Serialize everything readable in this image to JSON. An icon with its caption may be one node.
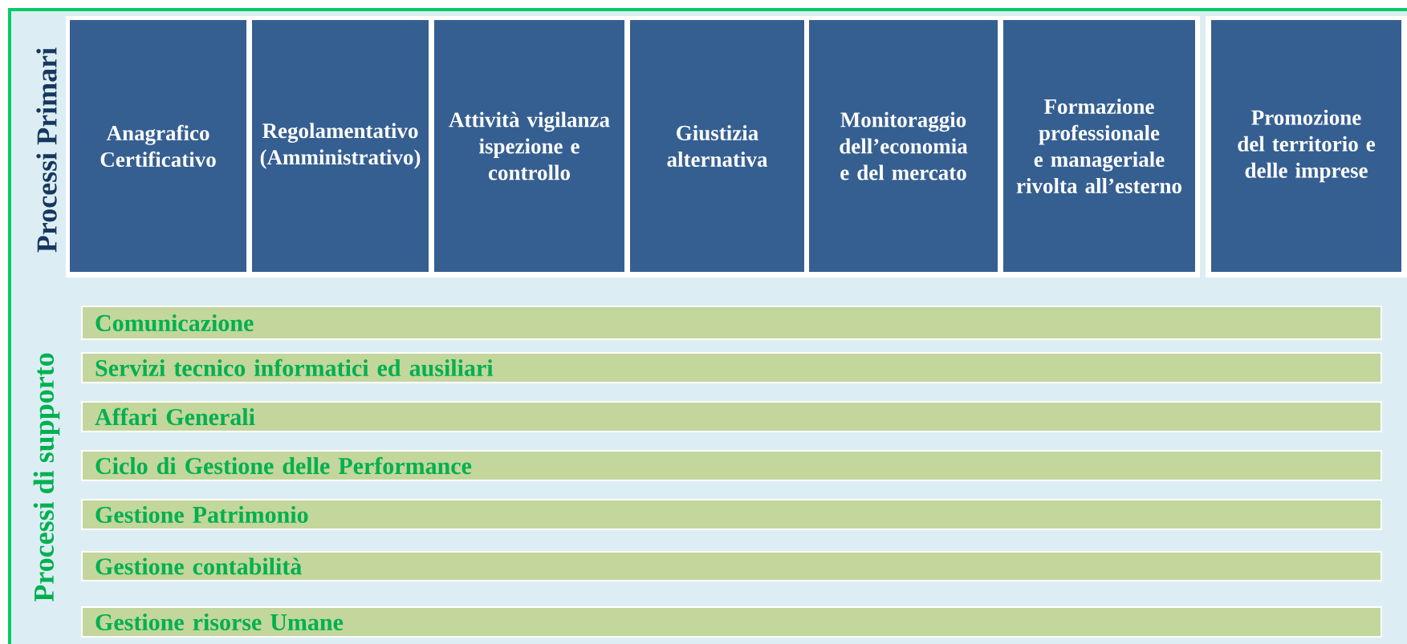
{
  "diagram": {
    "nodes": [
      {
        "text": [
          "Anagrafico Certificativo"
        ]
      },
      {
        "text": [
          "Regolamentativo (Amministrativo)"
        ]
      },
      {
        "text": [
          "Attività vigilanza ispezione e controllo"
        ]
      },
      {
        "text": [
          "Giustizia alternativa"
        ]
      },
      {
        "text": [
          "Monitoraggio dell’economia e del mercato"
        ]
      },
      {
        "text": [
          "Formazione professionale e manageriale rivolta all’esterno"
        ]
      },
      {
        "text": [
          "Promozione del territorio e delle imprese"
        ]
      },
      {
        "text": [
          "Comunicazione"
        ]
      },
      {
        "text": [
          "Servizi tecnico informatici ed ausiliari"
        ]
      },
      {
        "text": [
          "Affari Generali"
        ]
      },
      {
        "text": [
          "Ciclo di Gestione delle Performance"
        ]
      },
      {
        "text": [
          "Gestione Patrimonio"
        ]
      },
      {
        "text": [
          "Gestione contabilità"
        ]
      },
      {
        "text": [
          "Gestione risorse Umane"
        ]
      }
    ],
    "labels": [
      "Processi Primari",
      "Processi di supporto"
    ]
  }
}
